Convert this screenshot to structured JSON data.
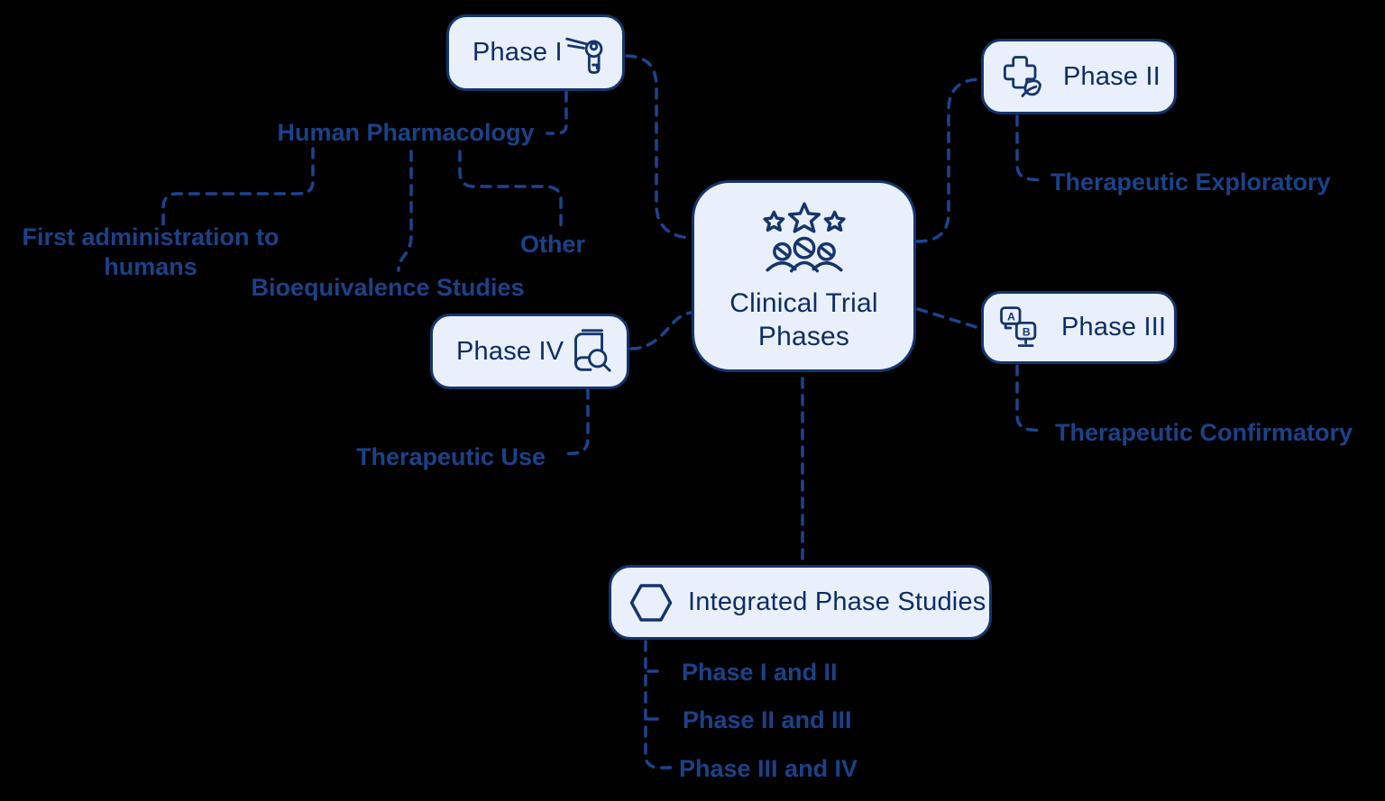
{
  "diagram_title": "Clinical Trial Phases",
  "colors": {
    "background": "#000000",
    "node_fill": "#e9f0fc",
    "node_border": "#14356d",
    "node_text": "#0e2d66",
    "label_text": "#1b4289",
    "connector": "#1c448f"
  },
  "center": {
    "title_line1": "Clinical Trial",
    "title_line2": "Phases",
    "icon": "stars-people-icon"
  },
  "nodes": [
    {
      "id": "phase-1",
      "label": "Phase I",
      "icon": "key-icon"
    },
    {
      "id": "phase-2",
      "label": "Phase II",
      "icon": "medical-cross-leaf-icon"
    },
    {
      "id": "phase-3",
      "label": "Phase III",
      "icon": "ab-test-monitors-icon"
    },
    {
      "id": "phase-4",
      "label": "Phase IV",
      "icon": "book-magnifier-icon"
    },
    {
      "id": "integrated",
      "label": "Integrated Phase Studies",
      "icon": "hexagon-icon"
    }
  ],
  "labels": {
    "human_pharmacology": "Human Pharmacology",
    "first_administration": "First administration to humans",
    "bioequivalence": "Bioequivalence Studies",
    "other": "Other",
    "therapeutic_exploratory": "Therapeutic Exploratory",
    "therapeutic_confirmatory": "Therapeutic Confirmatory",
    "therapeutic_use": "Therapeutic Use",
    "phase_1_and_2": "Phase I and II",
    "phase_2_and_3": "Phase II and III",
    "phase_3_and_4": "Phase III and IV"
  },
  "ab_icon": {
    "a": "A",
    "b": "B"
  }
}
